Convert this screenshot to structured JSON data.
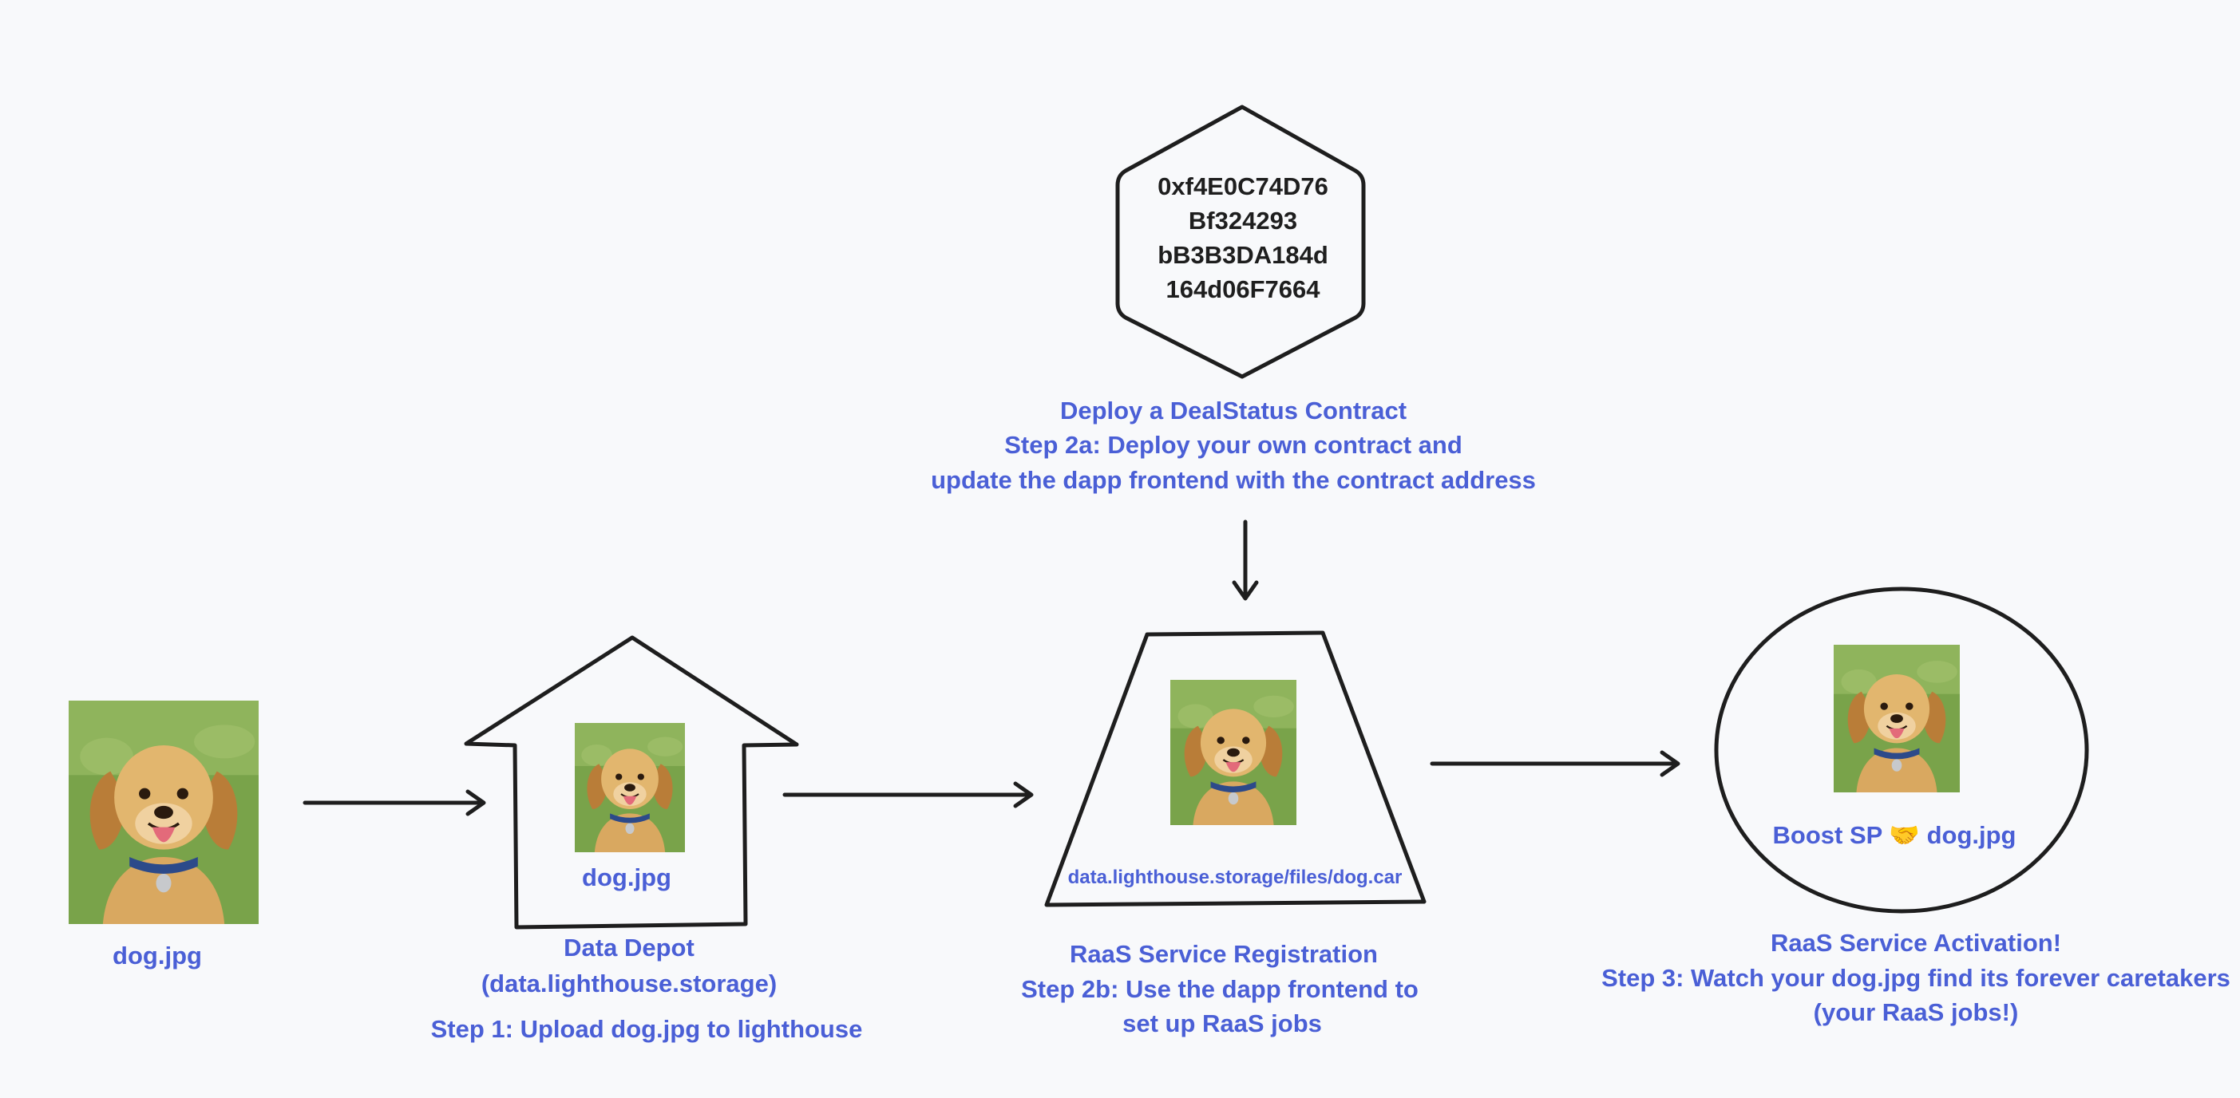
{
  "dog_image": {
    "caption": "dog.jpg",
    "icon": "golden-retriever-puppy-photo"
  },
  "data_depot": {
    "file_label": "dog.jpg",
    "title": "Data Depot",
    "subtitle": "(data.lighthouse.storage)",
    "step": "Step 1: Upload dog.jpg to lighthouse"
  },
  "contract": {
    "address_lines": [
      "0xf4E0C74D76",
      "Bf324293",
      "bB3B3DA184d",
      "164d06F7664"
    ],
    "title": "Deploy a DealStatus Contract",
    "step_line1": "Step 2a: Deploy your own contract and",
    "step_line2": "update the dapp frontend with the contract address"
  },
  "raas_registration": {
    "file_url": "data.lighthouse.storage/files/dog.car",
    "title": "RaaS Service Registration",
    "step_line1": "Step 2b: Use the dapp frontend to",
    "step_line2": "set up RaaS jobs"
  },
  "raas_activation": {
    "label": "Boost SP 🤝 dog.jpg",
    "title": "RaaS Service Activation!",
    "step_line1": "Step 3: Watch your dog.jpg find its forever caretakers",
    "step_line2": "(your RaaS jobs!)"
  },
  "colors": {
    "background": "#f8f9fb",
    "stroke": "#1e1e1e",
    "label": "#4a5fd6"
  }
}
